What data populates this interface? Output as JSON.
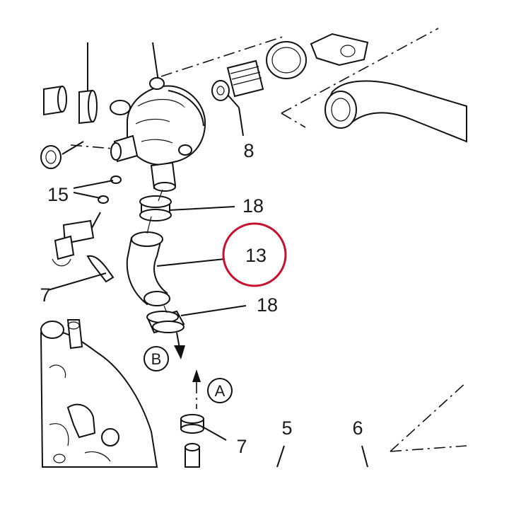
{
  "callouts": {
    "c8": "8",
    "c15": "15",
    "c18_top": "18",
    "c13": "13",
    "c18_bottom": "18",
    "c7_left": "7",
    "c7_bottom": "7",
    "c5": "5",
    "c6": "6"
  },
  "view_markers": {
    "b": "B",
    "a": "A"
  },
  "colors": {
    "highlight": "#c8102e",
    "ink": "#111111"
  }
}
